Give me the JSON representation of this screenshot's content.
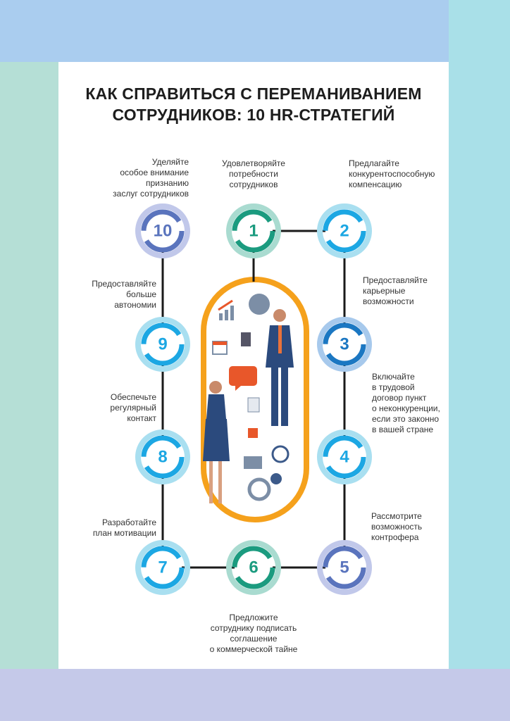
{
  "title": [
    "КАК СПРАВИТЬСЯ С ПЕРЕМАНИВАНИЕМ",
    "СОТРУДНИКОВ: 10 HR-СТРАТЕГИЙ"
  ],
  "colors": {
    "top_band": "#aacdef",
    "right_strip": "#a9e0e8",
    "left_strip": "#b5dfd6",
    "bottom_band": "#c5c9e9",
    "pill": "#f5a11c",
    "indigo": "#5a74bd",
    "green": "#1b9b7f",
    "sky": "#1ca7e3",
    "blue": "#1b77c2"
  },
  "steps": [
    {
      "number": "1",
      "lines": [
        "Удовлетворяйте",
        "потребности",
        "сотрудников"
      ]
    },
    {
      "number": "2",
      "lines": [
        "Предлагайте",
        "конкурентоспособную",
        "компенсацию"
      ]
    },
    {
      "number": "3",
      "lines": [
        "Предоставляйте",
        "карьерные",
        "возможности"
      ]
    },
    {
      "number": "4",
      "lines": [
        "Включайте",
        "в трудовой",
        "договор пункт",
        "о неконкуренции,",
        "если это законно",
        "в вашей стране"
      ]
    },
    {
      "number": "5",
      "lines": [
        "Рассмотрите",
        "возможность",
        "контрофера"
      ]
    },
    {
      "number": "6",
      "lines": [
        "Предложите",
        "сотруднику подписать",
        "соглашение",
        "о коммерческой тайне"
      ]
    },
    {
      "number": "7",
      "lines": [
        "Разработайте",
        "план мотивации"
      ]
    },
    {
      "number": "8",
      "lines": [
        "Обеспечьте",
        "регулярный",
        "контакт"
      ]
    },
    {
      "number": "9",
      "lines": [
        "Предоставляйте",
        "больше",
        "автономии"
      ]
    },
    {
      "number": "10",
      "lines": [
        "Уделяйте",
        "особое внимание",
        "признанию",
        "заслуг сотрудников"
      ]
    }
  ]
}
